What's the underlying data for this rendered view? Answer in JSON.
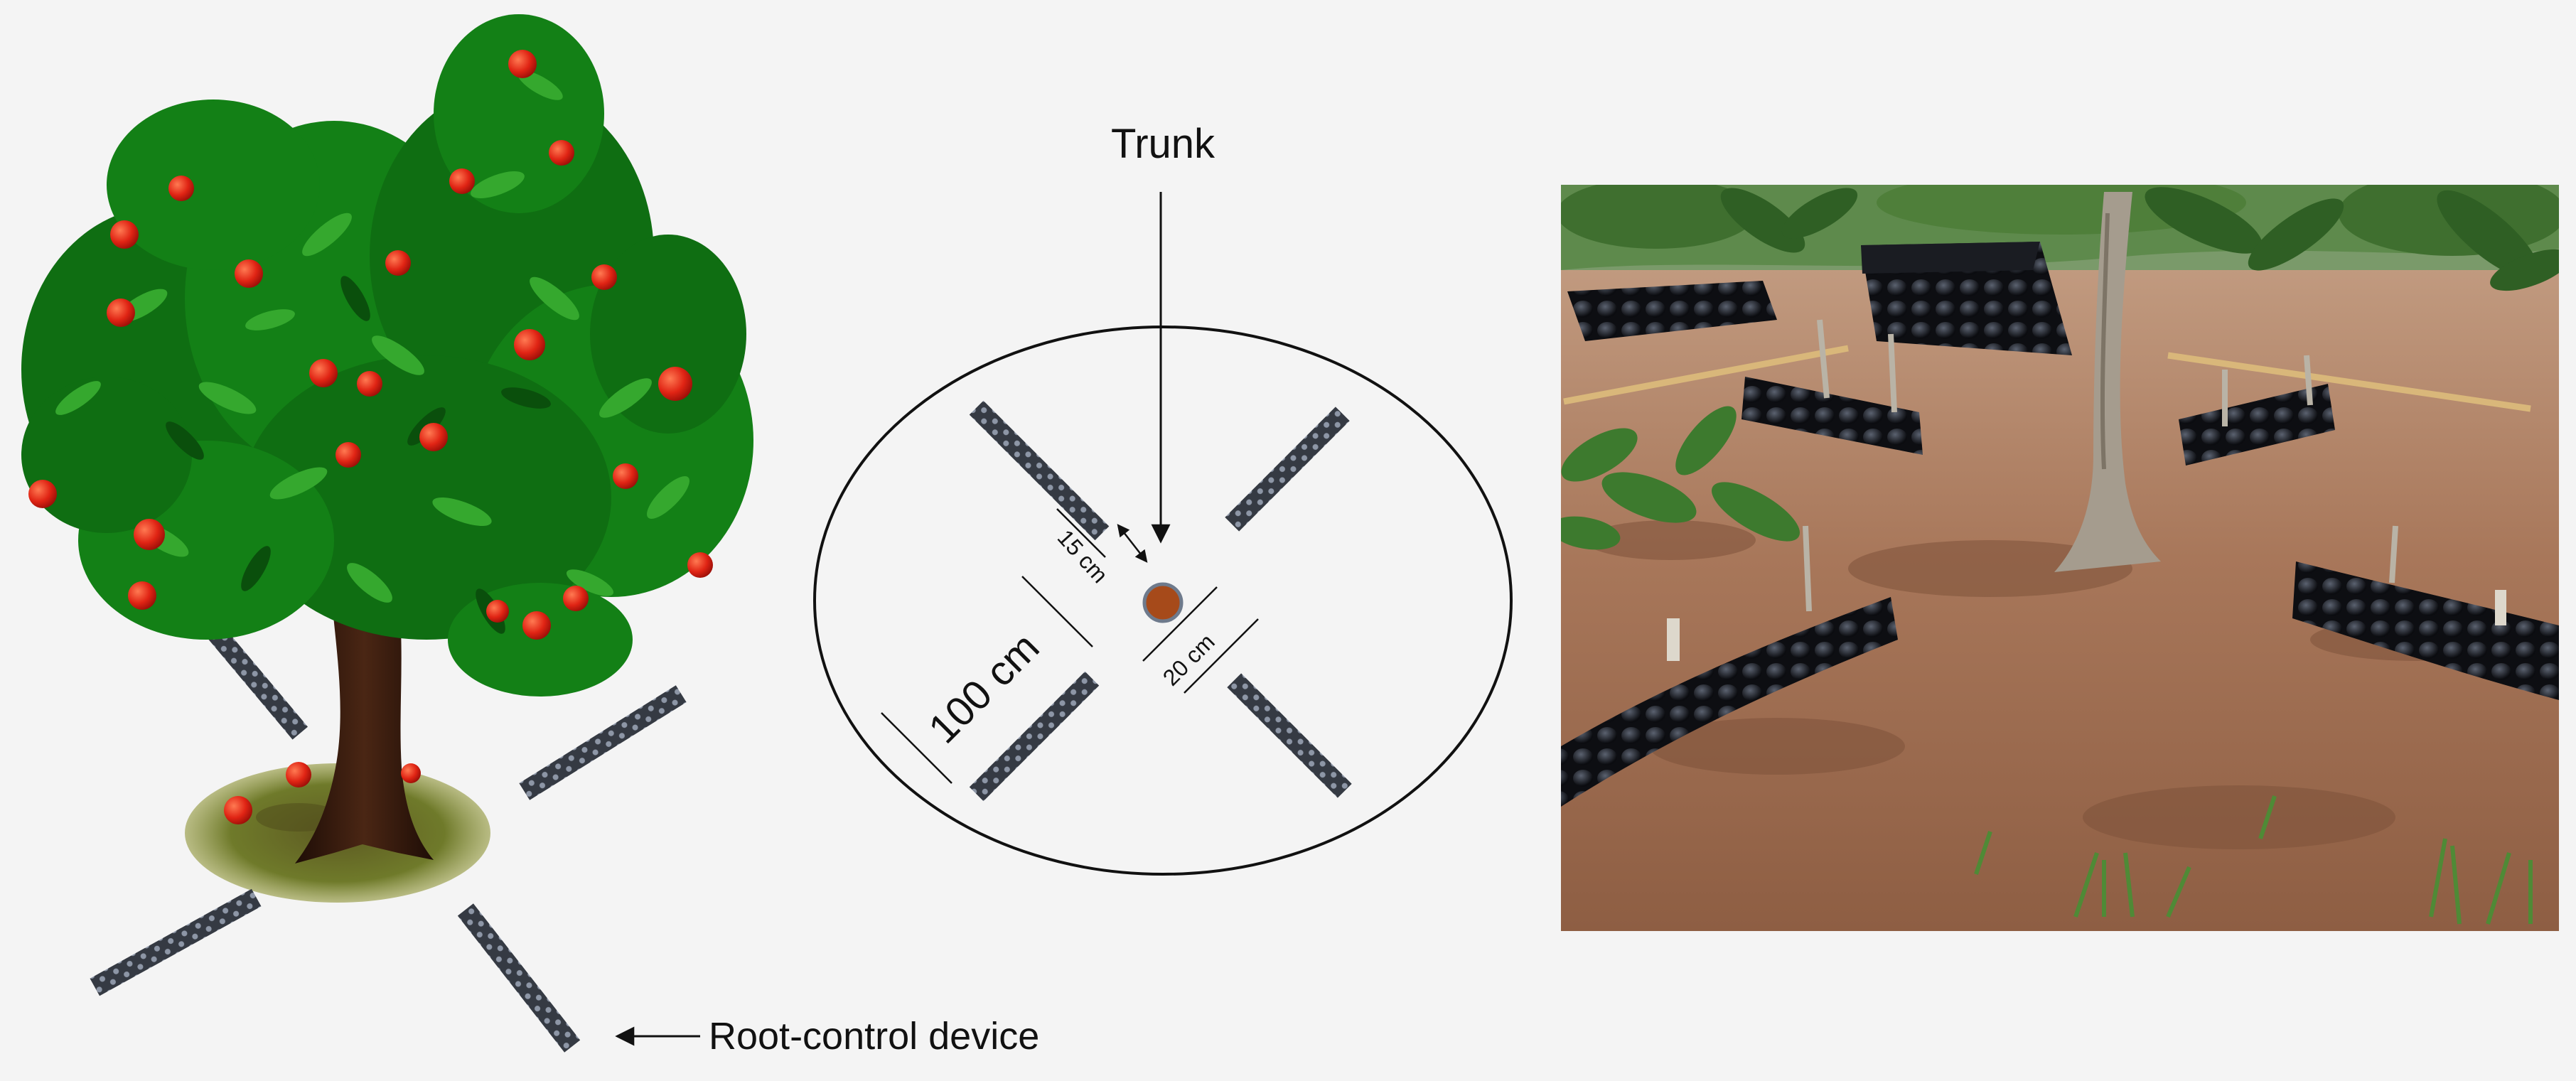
{
  "diagram": {
    "trunk_label": "Trunk",
    "device_label": "Root-control device",
    "dim_15": "15 cm",
    "dim_20": "20 cm",
    "dim_100": "100 cm"
  },
  "colors": {
    "device_fill": "#3a3f48",
    "device_pattern": "#8a93a3",
    "trunk_dot": "#a64a1a",
    "leaf_dark": "#0f6e12",
    "leaf_light": "#2ea02a",
    "fruit": "#e02414",
    "soil": "#9a6a4a"
  },
  "icons": {
    "tree": "peach-tree-illustration-icon",
    "photo": "field-photo-illustration-icon"
  }
}
